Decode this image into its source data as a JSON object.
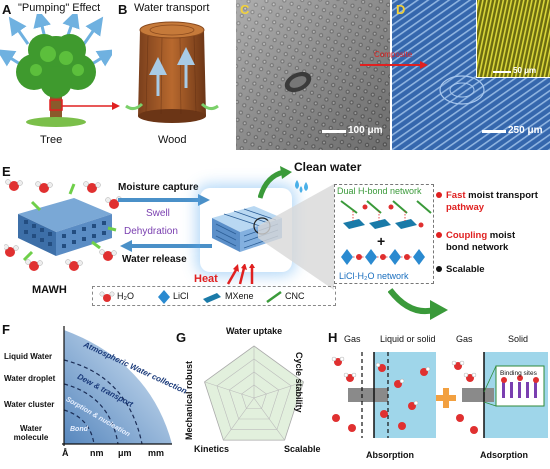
{
  "panel_a": {
    "letter": "A",
    "title": "\"Pumping\" Effect",
    "caption": "Tree"
  },
  "panel_b": {
    "letter": "B",
    "title": "Water transport",
    "caption": "Wood"
  },
  "panel_c": {
    "letter": "C",
    "scale": "100 μm"
  },
  "panel_d": {
    "letter": "D",
    "inset_scale": "50 μm",
    "scale": "250 μm",
    "arrow_label": "Composite"
  },
  "panel_e": {
    "letter": "E",
    "title": "Clean water",
    "moisture_capture": "Moisture capture",
    "swell": "Swell",
    "dehydration": "Dehydration",
    "water_release": "Water release",
    "heat": "Heat",
    "mawh": "MAWH",
    "dual_hbond": "Dual H-bond network",
    "plus": "+",
    "licl_network": "LiCl·H₂O network",
    "legend": [
      "H₂O",
      "LiCl",
      "MXene",
      "CNC"
    ],
    "features": [
      {
        "highlight": "Fast",
        "rest": " moist transport",
        "line2": "pathway",
        "line2_red": true
      },
      {
        "highlight": "Coupling",
        "rest": " moist",
        "line2": "bond network",
        "line2_red": false
      },
      {
        "highlight": "",
        "rest": "Scalable",
        "line2": "",
        "line2_red": false
      }
    ]
  },
  "panel_f": {
    "letter": "F",
    "y_labels": [
      "Liquid Water",
      "Water droplet",
      "Water cluster",
      "Water molecule"
    ],
    "x_labels": [
      "Å",
      "nm",
      "μm",
      "mm"
    ],
    "arcs": [
      "Atmospheric Water collection",
      "Dew & transport",
      "Sorption & nucleation",
      "Bond"
    ]
  },
  "panel_g": {
    "letter": "G",
    "axes": [
      "Water uptake",
      "Cycle stability",
      "Scalable",
      "Kinetics",
      "Mechanical robust"
    ]
  },
  "panel_h": {
    "letter": "H",
    "left_top": [
      "Gas",
      "Liquid or solid"
    ],
    "right_top": [
      "Gas",
      "Solid"
    ],
    "left_caption": "Absorption",
    "right_caption": "Adsorption",
    "binding": "Binding sites",
    "plus": "+"
  },
  "colors": {
    "accent_red": "#e02020",
    "arrow_blue": "#4a90c8",
    "green": "#3a9a3a",
    "panel_h_bg": "#9fd6ea"
  }
}
